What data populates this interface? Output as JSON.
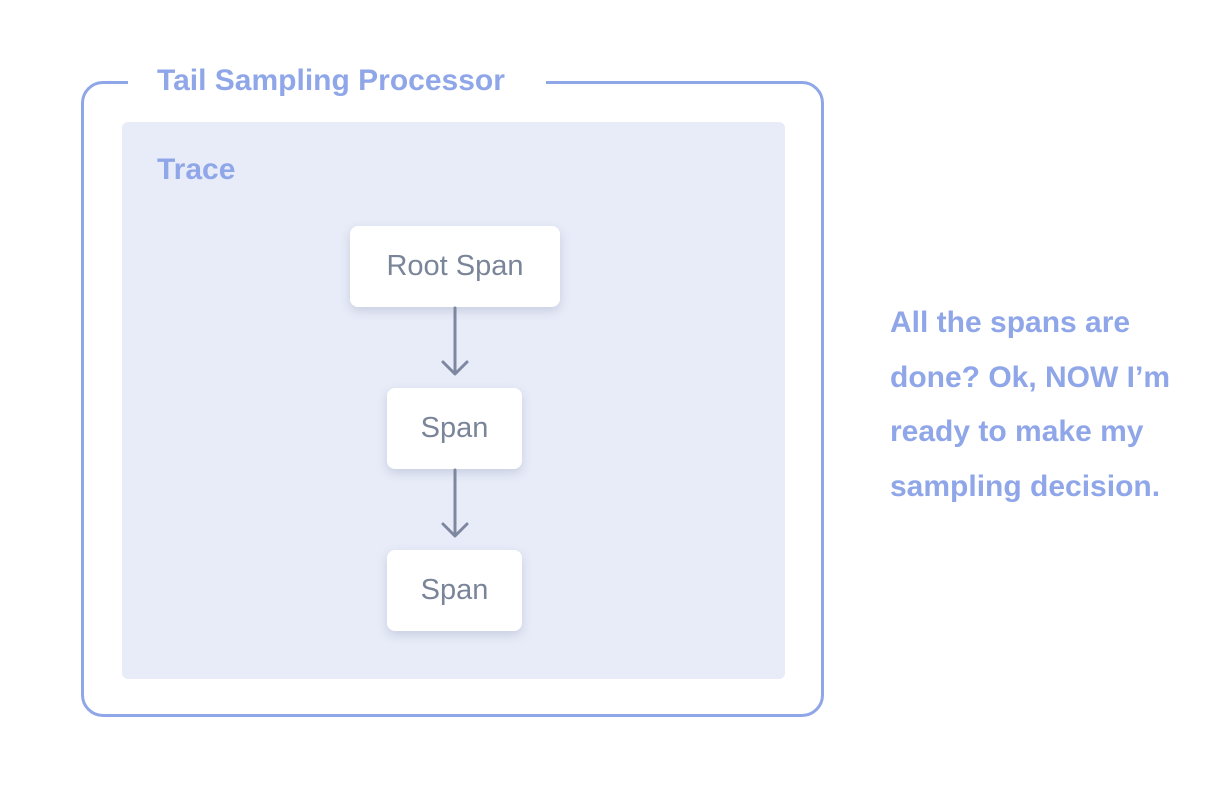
{
  "processor": {
    "title": "Tail Sampling Processor"
  },
  "trace": {
    "label": "Trace",
    "spans": [
      {
        "label": "Root Span"
      },
      {
        "label": "Span"
      },
      {
        "label": "Span"
      }
    ]
  },
  "note": {
    "lines": [
      "All the spans are",
      "done? Ok, NOW I’m",
      "ready to make my",
      "sampling decision."
    ]
  },
  "colors": {
    "accent": "#8FA6E8",
    "panel": "#E8ECF8",
    "span_text": "#7A8599",
    "arrow": "#7D879F"
  }
}
